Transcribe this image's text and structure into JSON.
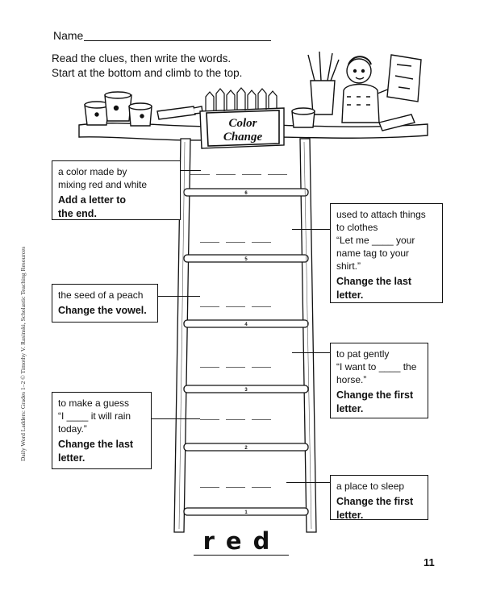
{
  "header": {
    "name_label": "Name",
    "instructions": [
      "Read the clues, then write the words.",
      "Start at the bottom and climb to the top."
    ]
  },
  "sign": {
    "line1": "Color",
    "line2": "Change"
  },
  "clues": [
    {
      "clue": [
        "a color made by",
        "mixing red and white"
      ],
      "instruction": [
        "Add a letter to",
        "the end."
      ]
    },
    {
      "clue": [
        "used to attach things",
        "to clothes",
        "“Let me ____ your",
        "name tag to your",
        "shirt.”"
      ],
      "instruction": [
        "Change the last",
        "letter."
      ]
    },
    {
      "clue": [
        "the seed of a peach"
      ],
      "instruction": [
        "Change the vowel."
      ]
    },
    {
      "clue": [
        "to pat gently",
        "“I want to ____ the",
        "horse.”"
      ],
      "instruction": [
        "Change the first",
        "letter."
      ]
    },
    {
      "clue": [
        "to make a guess",
        "“I ____ it will rain",
        "today.”"
      ],
      "instruction": [
        "Change the last",
        "letter."
      ]
    },
    {
      "clue": [
        "a place to sleep"
      ],
      "instruction": [
        "Change the first",
        "letter."
      ]
    }
  ],
  "rung_numbers": [
    "6",
    "5",
    "4",
    "3",
    "2",
    "1"
  ],
  "start_word": "red",
  "page_number": "11",
  "spine_text": "Daily Word Ladders: Grades 1–2 © Timothy V. Rasinski, Scholastic Teaching Resources",
  "colors": {
    "ink": "#111111",
    "paper": "#ffffff"
  }
}
